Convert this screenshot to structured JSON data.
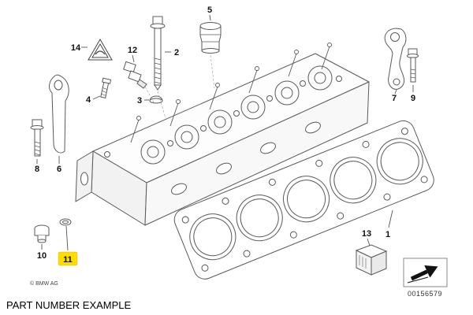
{
  "diagram": {
    "callouts": [
      "1",
      "2",
      "3",
      "4",
      "5",
      "6",
      "7",
      "8",
      "9",
      "10",
      "11",
      "12",
      "13",
      "14"
    ],
    "highlighted_callout": "11",
    "copyright": "© BMW AG",
    "part_number": "00156579",
    "colors": {
      "highlight": "#ffdd00",
      "line": "#5a5a5a",
      "text": "#111111"
    }
  },
  "caption": "PART NUMBER EXAMPLE"
}
